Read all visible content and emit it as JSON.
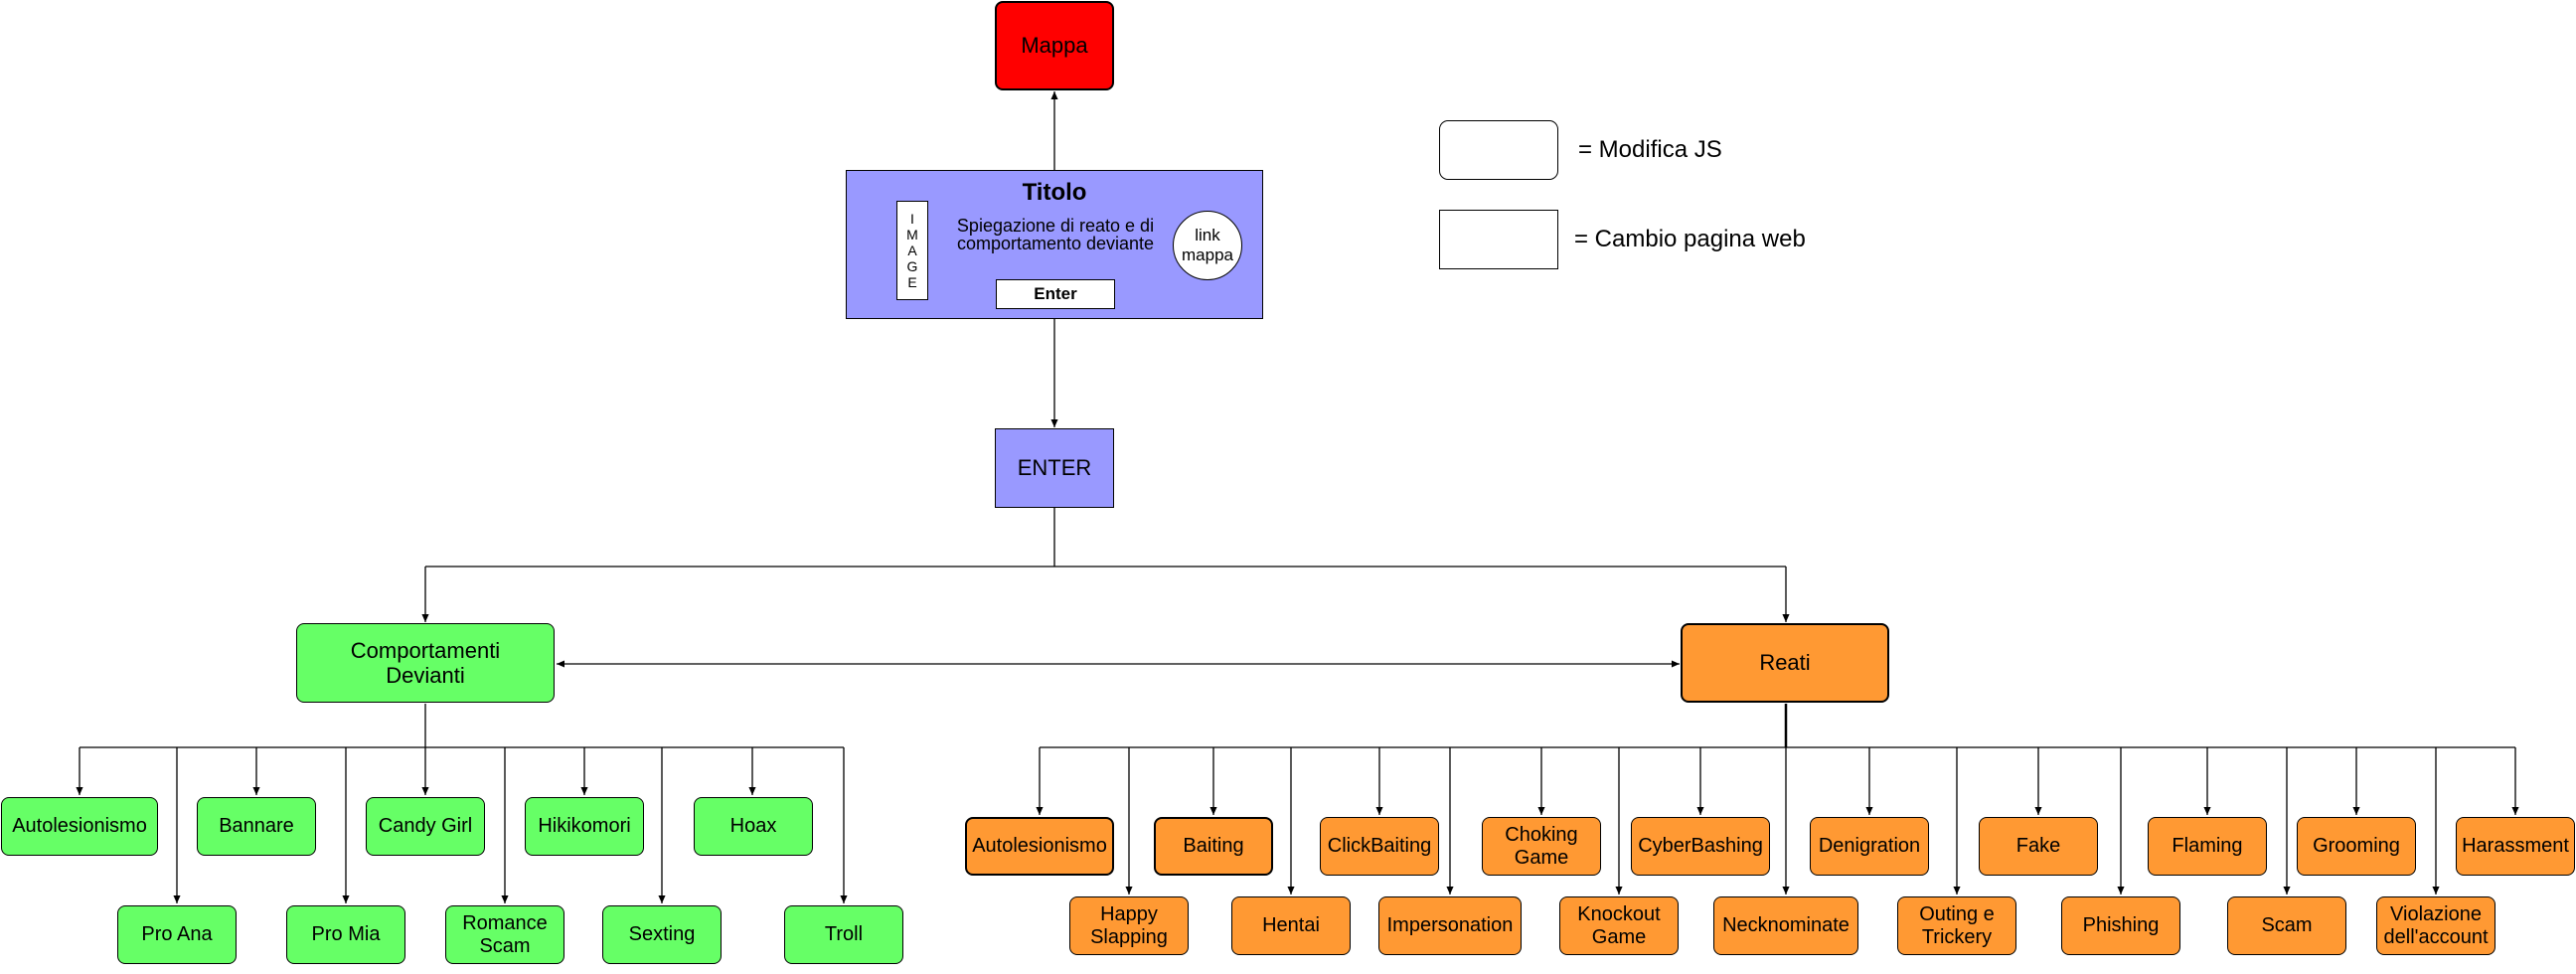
{
  "top": {
    "mappa": "Mappa"
  },
  "panel": {
    "title": "Titolo",
    "image_letters": [
      "I",
      "M",
      "A",
      "G",
      "E"
    ],
    "description": "Spiegazione di reato e di comportamento deviante",
    "enter_button": "Enter",
    "link": "link mappa"
  },
  "enter": "ENTER",
  "legend": {
    "rounded": "= Modifica JS",
    "square": "= Cambio pagina web"
  },
  "left_hub": "Comportamenti Devianti",
  "right_hub": "Reati",
  "green_row1": [
    "Autolesionismo",
    "Bannare",
    "Candy Girl",
    "Hikikomori",
    "Hoax"
  ],
  "green_row2": [
    "Pro Ana",
    "Pro Mia",
    "Romance Scam",
    "Sexting",
    "Troll"
  ],
  "orange_row1": [
    "Autolesionismo",
    "Baiting",
    "ClickBaiting",
    "Choking Game",
    "CyberBashing",
    "Denigration",
    "Fake",
    "Flaming",
    "Grooming",
    "Harassment"
  ],
  "orange_row2": [
    "Happy Slapping",
    "Hentai",
    "Impersonation",
    "Knockout Game",
    "Necknominate",
    "Outing e Trickery",
    "Phishing",
    "Scam",
    "Violazione dell'account"
  ],
  "colors": {
    "mappa": "#ff0000",
    "panel": "#9999ff",
    "green": "#66ff66",
    "orange": "#ff9933"
  }
}
